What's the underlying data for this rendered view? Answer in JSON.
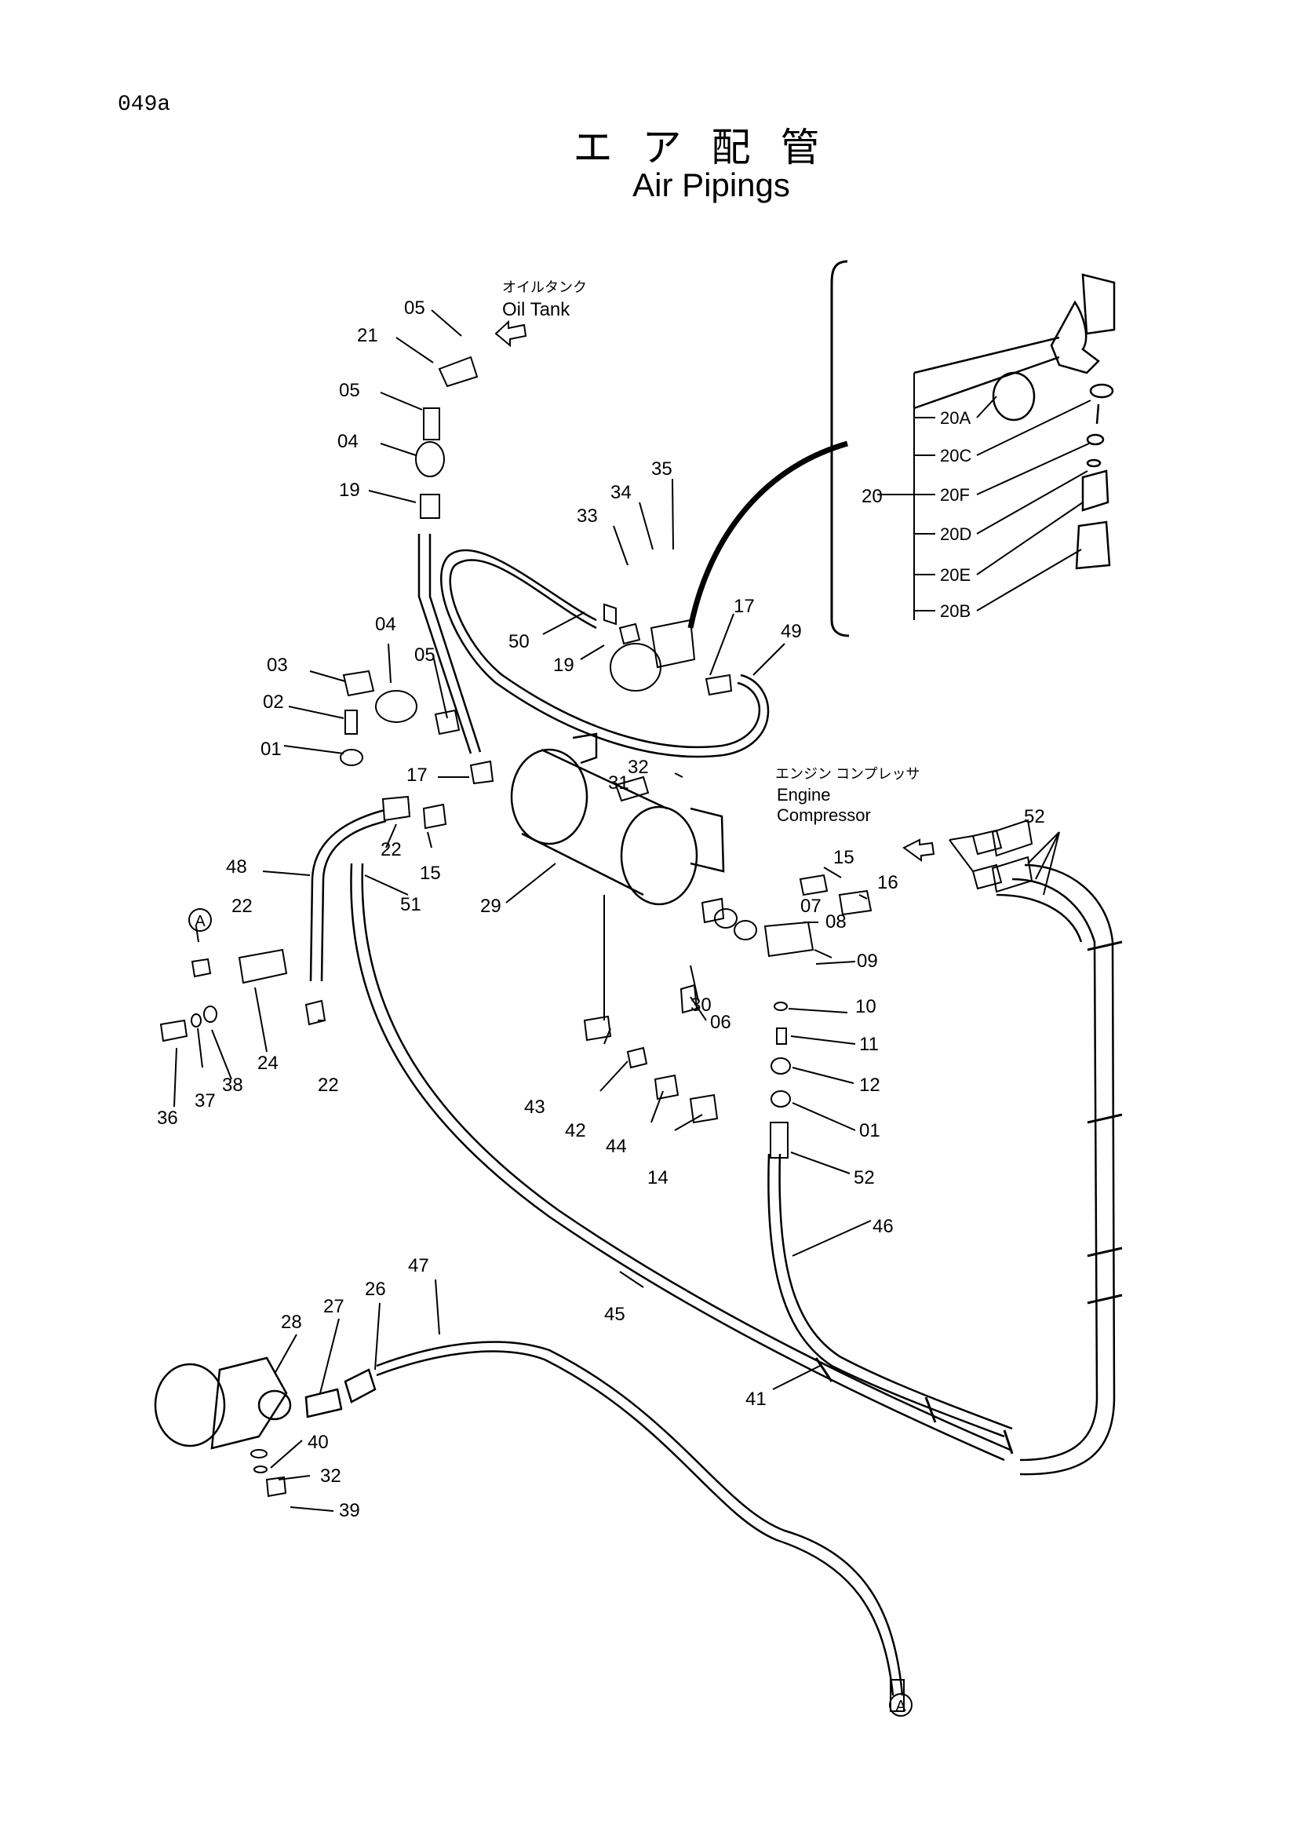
{
  "page_code": "049a",
  "title_jp": "エア配管",
  "title_en": "Air Pipings",
  "labels": {
    "oil_tank_jp": "オイルタンク",
    "oil_tank_en": "Oil Tank",
    "engine_comp_jp": "エンジン コンプレッサ",
    "engine_comp_en1": "Engine",
    "engine_comp_en2": "Compressor",
    "ref_a": "A"
  },
  "parts": {
    "p05a": "05",
    "p21": "21",
    "p05b": "05",
    "p04a": "04",
    "p19a": "19",
    "p35": "35",
    "p34": "34",
    "p33": "33",
    "p50": "50",
    "p19b": "19",
    "p17a": "17",
    "p49": "49",
    "p04b": "04",
    "p03": "03",
    "p05c": "05",
    "p02": "02",
    "p01a": "01",
    "p17b": "17",
    "p32a": "32",
    "p31": "31",
    "p22a": "22",
    "p15a": "15",
    "p48": "48",
    "p51": "51",
    "p29": "29",
    "p22b": "22",
    "p15b": "15",
    "p16": "16",
    "p07": "07",
    "p08": "08",
    "p09": "09",
    "p10": "10",
    "p11": "11",
    "p12": "12",
    "p01b": "01",
    "p52a": "52",
    "p52b": "52",
    "p30": "30",
    "p06": "06",
    "p24": "24",
    "p38": "38",
    "p37": "37",
    "p36": "36",
    "p22c": "22",
    "p43": "43",
    "p42": "42",
    "p44": "44",
    "p14": "14",
    "p46": "46",
    "p45": "45",
    "p41": "41",
    "p47": "47",
    "p26": "26",
    "p27": "27",
    "p28": "28",
    "p40": "40",
    "p32b": "32",
    "p39": "39",
    "p20": "20",
    "p20A": "20A",
    "p20C": "20C",
    "p20F": "20F",
    "p20D": "20D",
    "p20E": "20E",
    "p20B": "20B"
  }
}
